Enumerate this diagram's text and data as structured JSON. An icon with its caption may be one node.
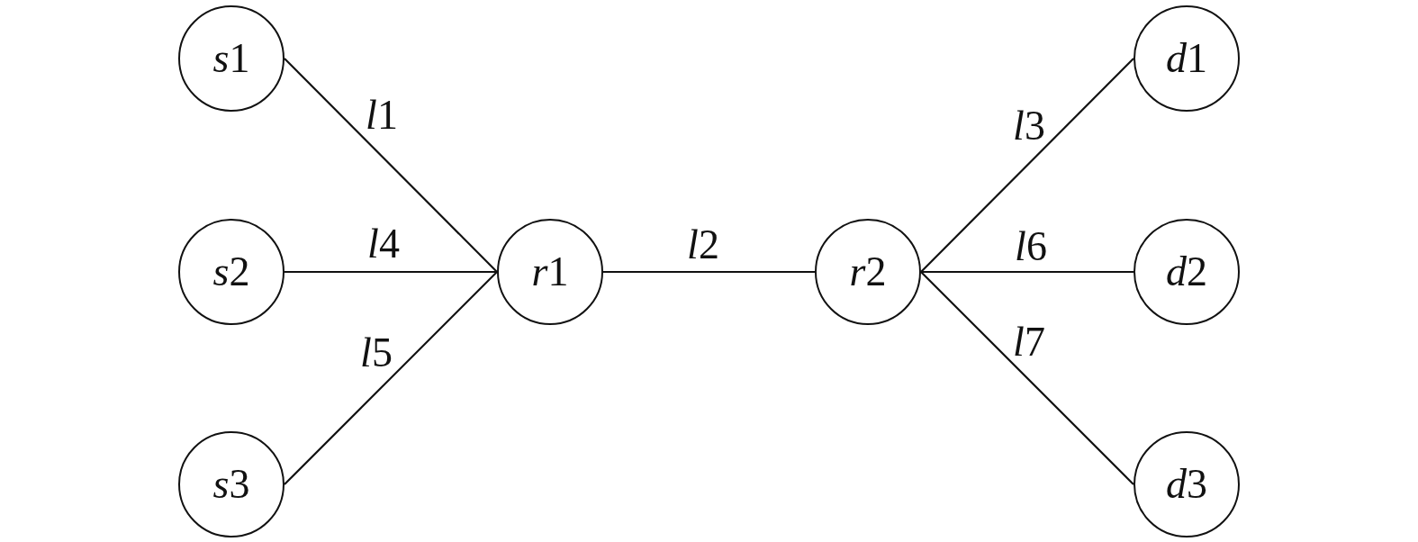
{
  "diagram": {
    "nodes": [
      {
        "text": [
          "s1"
        ]
      },
      {
        "text": [
          "s2"
        ]
      },
      {
        "text": [
          "s3"
        ]
      },
      {
        "text": [
          "r1"
        ]
      },
      {
        "text": [
          "r2"
        ]
      },
      {
        "text": [
          "d1"
        ]
      },
      {
        "text": [
          "d2"
        ]
      },
      {
        "text": [
          "d3"
        ]
      }
    ],
    "edges": [
      {
        "from": 0,
        "to": 3,
        "arrow": "none",
        "label": "l1"
      },
      {
        "from": 3,
        "to": 4,
        "arrow": "none",
        "label": "l2"
      },
      {
        "from": 4,
        "to": 5,
        "arrow": "none",
        "label": "l3"
      },
      {
        "from": 1,
        "to": 3,
        "arrow": "none",
        "label": "l4"
      },
      {
        "from": 2,
        "to": 3,
        "arrow": "none",
        "label": "l5"
      },
      {
        "from": 4,
        "to": 6,
        "arrow": "none",
        "label": "l6"
      },
      {
        "from": 4,
        "to": 7,
        "arrow": "none",
        "label": "l7"
      }
    ]
  }
}
